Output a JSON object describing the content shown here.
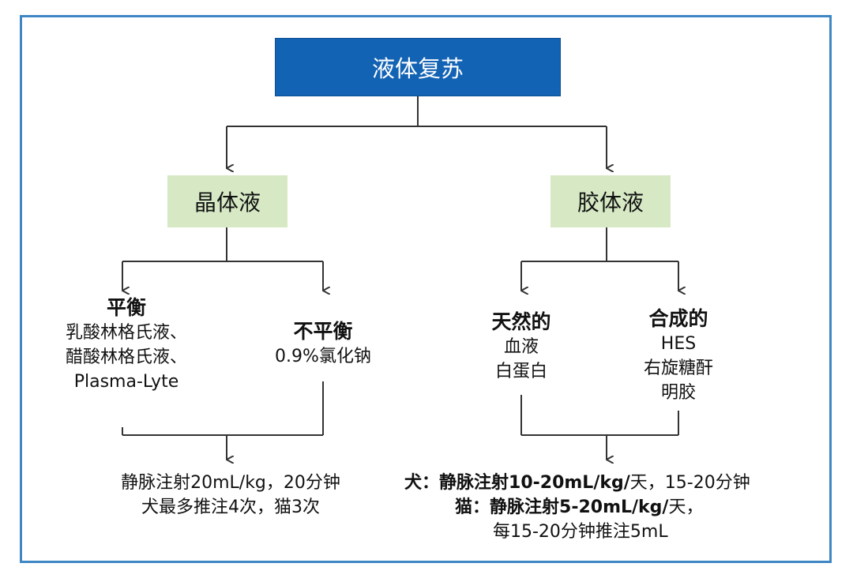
{
  "title": "液体复苏",
  "crystalloid": {
    "label": "晶体液",
    "balanced": {
      "heading": "平衡",
      "items": [
        "乳酸林格氏液、",
        "醋酸林格氏液、",
        "Plasma-Lyte"
      ]
    },
    "unbalanced": {
      "heading": "不平衡",
      "items": [
        "0.9%氯化钠"
      ]
    },
    "dosing": [
      "静脉注射20mL/kg，20分钟",
      "犬最多推注4次，猫3次"
    ]
  },
  "colloid": {
    "label": "胶体液",
    "natural": {
      "heading": "天然的",
      "items": [
        "血液",
        "白蛋白"
      ]
    },
    "synthetic": {
      "heading": "合成的",
      "items": [
        "HES",
        "右旋糖酐",
        "明胶"
      ]
    },
    "dosing": {
      "dog_prefix": "犬：",
      "dog_bold": "静脉注射10-20mL/kg/",
      "dog_rest": "天，15-20分钟",
      "cat_prefix": "猫：",
      "cat_bold": "静脉注射5-20mL/kg/",
      "cat_rest": "天，",
      "cat_line2": "每15-20分钟推注5mL"
    }
  },
  "colors": {
    "frame": "#3f87c4",
    "title_fill": "#1363b4",
    "category_fill": "#d6e9c4",
    "connector": "#333333"
  }
}
